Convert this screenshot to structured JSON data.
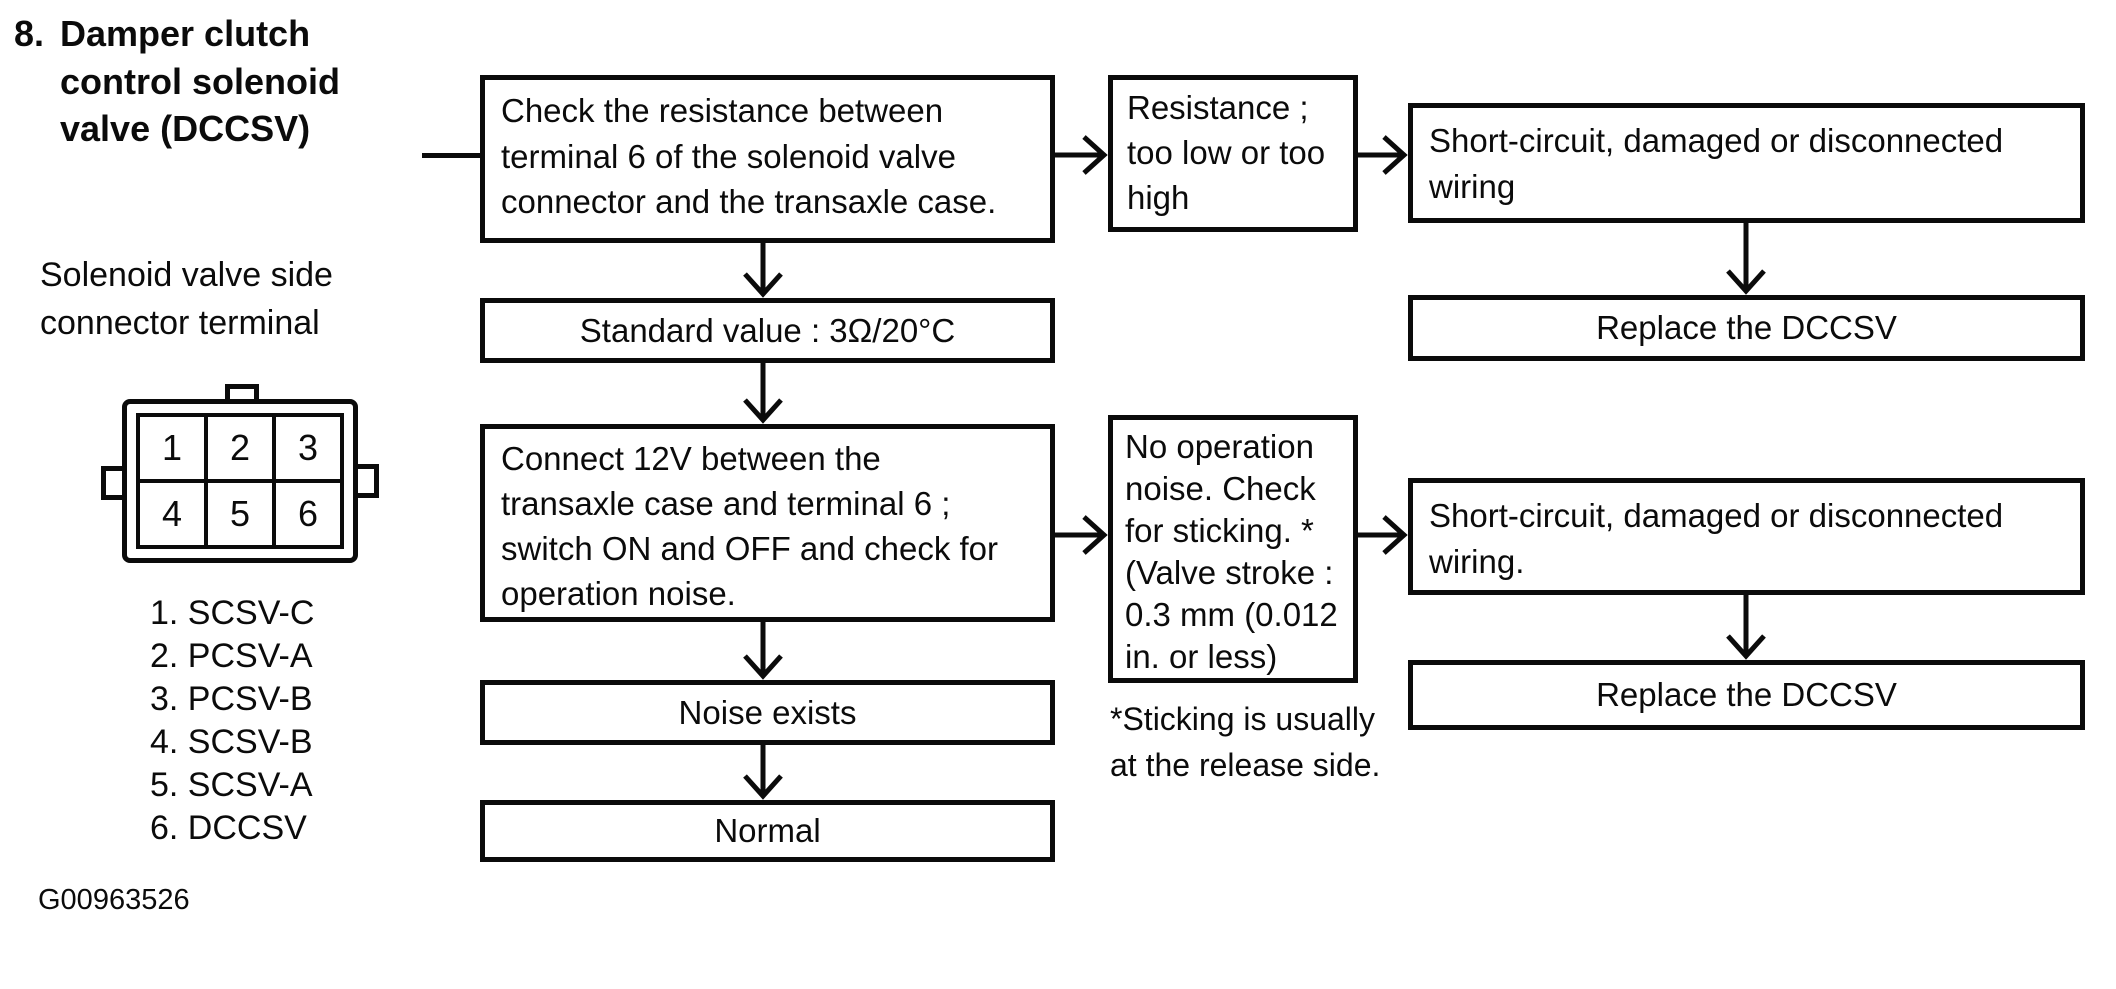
{
  "step": {
    "number": "8.",
    "title": "Damper clutch\ncontrol solenoid\nvalve (DCCSV)"
  },
  "connector": {
    "caption": "Solenoid valve side\nconnector terminal",
    "terminals": [
      "1",
      "2",
      "3",
      "4",
      "5",
      "6"
    ],
    "legend": [
      "1. SCSV-C",
      "2. PCSV-A",
      "3. PCSV-B",
      "4. SCSV-B",
      "5. SCSV-A",
      "6. DCCSV"
    ]
  },
  "flowchart": {
    "check_resistance": "Check the resistance between\nterminal 6 of the solenoid valve\nconnector and the transaxle case.",
    "standard_value": "Standard value : 3Ω/20°C",
    "resistance_abnormal": "Resistance ;\ntoo low or too\nhigh",
    "short_circuit_1": "Short-circuit, damaged or disconnected\nwiring",
    "replace_1": "Replace the DCCSV",
    "connect_12v": "Connect 12V between the\ntransaxle case and terminal 6 ;\nswitch ON and OFF and check for\noperation noise.",
    "no_operation_noise": "No operation\nnoise. Check\nfor sticking. *\n(Valve stroke :\n0.3 mm (0.012\nin. or less)",
    "short_circuit_2": "Short-circuit, damaged or disconnected\nwiring.",
    "replace_2": "Replace the DCCSV",
    "noise_exists": "Noise exists",
    "normal": "Normal",
    "sticking_note": "*Sticking is usually\nat the release side."
  },
  "figure": {
    "id_label": "G00963526"
  },
  "colors": {
    "ink": "#0b0b0b",
    "paper": "#ffffff"
  }
}
